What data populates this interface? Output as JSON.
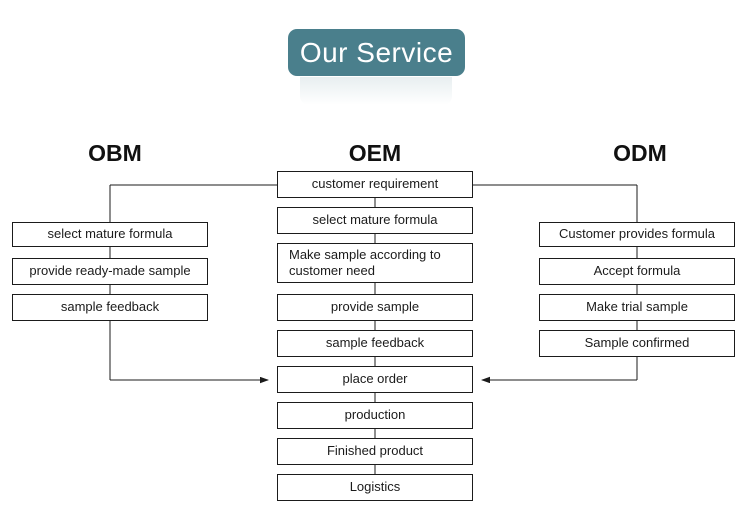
{
  "banner": {
    "title": "Our Service",
    "bg_color": "#4a7f8c",
    "text_color": "#ffffff"
  },
  "columns": [
    {
      "key": "obm",
      "heading": "OBM"
    },
    {
      "key": "oem",
      "heading": "OEM"
    },
    {
      "key": "odm",
      "heading": "ODM"
    }
  ],
  "diagram": {
    "type": "flowchart",
    "line_color": "#1b1b1b",
    "box_fill": "#ffffff",
    "obm_steps": [
      "select mature formula",
      "provide ready-made sample",
      "sample feedback"
    ],
    "oem_steps": [
      "customer requirement",
      "select mature formula",
      "Make sample according to customer need",
      "provide sample",
      "sample feedback",
      "place order",
      "production",
      "Finished product",
      "Logistics"
    ],
    "odm_steps": [
      "Customer provides formula",
      "Accept formula",
      "Make trial sample",
      "Sample confirmed"
    ]
  }
}
